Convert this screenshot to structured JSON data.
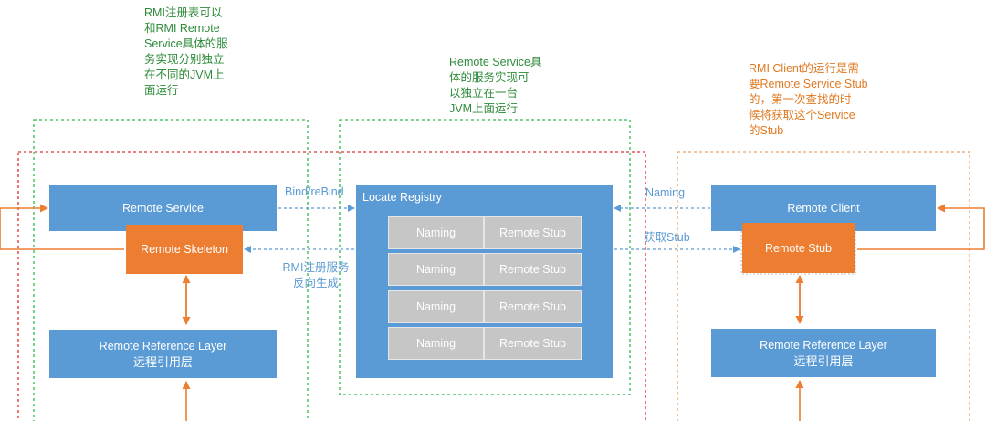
{
  "notes": {
    "rmi_registry": "RMI注册表可以\n和RMI Remote\nService具体的服\n务实现分别独立\n在不同的JVM上\n面运行",
    "remote_service": "Remote Service具\n体的服务实现可\n以独立在一台\nJVM上面运行",
    "rmi_client": "RMI Client的运行是需\n要Remote Service Stub\n的，第一次查找的时\n候将获取这个Service\n的Stub"
  },
  "server": {
    "remote_service": "Remote Service",
    "remote_skeleton": "Remote Skeleton",
    "ref_layer_en": "Remote Reference Layer",
    "ref_layer_zh": "远程引用层"
  },
  "registry": {
    "title": "Locate Registry",
    "rows": [
      {
        "naming": "Naming",
        "stub": "Remote Stub"
      },
      {
        "naming": "Naming",
        "stub": "Remote Stub"
      },
      {
        "naming": "Naming",
        "stub": "Remote Stub"
      },
      {
        "naming": "Naming",
        "stub": "Remote Stub"
      }
    ]
  },
  "client": {
    "remote_client": "Remote Client",
    "remote_stub": "Remote Stub",
    "ref_layer_en": "Remote Reference Layer",
    "ref_layer_zh": "远程引用层"
  },
  "arrows": {
    "bind": "Bind/reBind",
    "register_line1": "RMI注册服务",
    "register_line2": "反向生成",
    "naming": "Naming",
    "get_stub": "获取Stub"
  },
  "colors": {
    "box_blue": "#5b9bd5",
    "box_orange": "#ed7d31",
    "cell_gray": "#c6c6c6",
    "green_dash": "#2eb84a",
    "red_dash": "#e03030",
    "orange_dash": "#f0a060",
    "note_green": "#2e8b3a",
    "note_orange": "#e07a22"
  }
}
